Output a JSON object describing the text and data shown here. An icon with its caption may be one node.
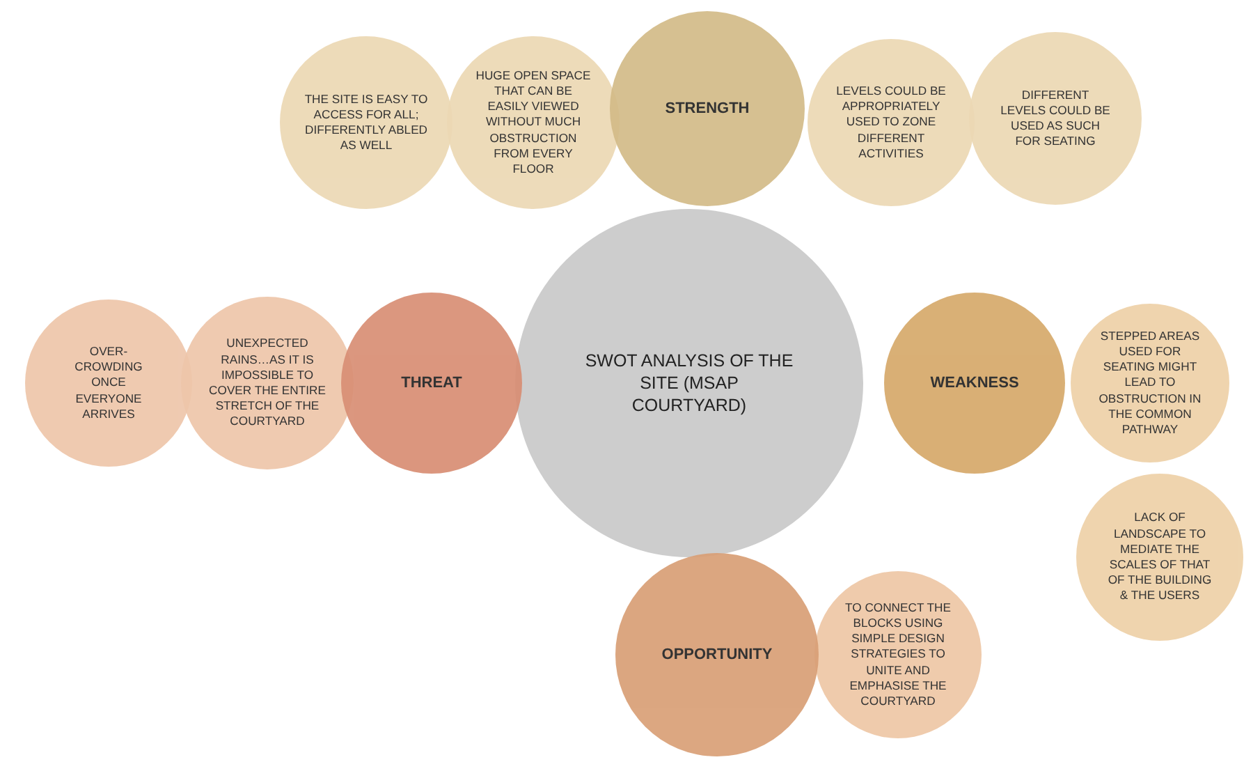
{
  "diagram": {
    "nodes": [
      {
        "text": [
          "SWOT ANALYSIS OF THE SITE (MSAP COURTYARD)"
        ]
      },
      {
        "text": [
          "THE SITE IS EASY TO ACCESS FOR ALL; DIFFERENTLY ABLED AS WELL"
        ]
      },
      {
        "text": [
          "HUGE OPEN SPACE THAT CAN BE EASILY VIEWED WITHOUT MUCH OBSTRUCTION FROM EVERY FLOOR"
        ]
      },
      {
        "text": [
          "STRENGTH"
        ]
      },
      {
        "text": [
          "LEVELS COULD BE APPROPRIATELY USED TO ZONE DIFFERENT ACTIVITIES"
        ]
      },
      {
        "text": [
          "DIFFERENT LEVELS COULD BE USED AS SUCH FOR SEATING"
        ]
      },
      {
        "text": [
          "OVER-CROWDING ONCE EVERYONE ARRIVES"
        ]
      },
      {
        "text": [
          "UNEXPECTED RAINS…AS IT IS IMPOSSIBLE TO COVER THE ENTIRE STRETCH OF THE COURTYARD"
        ]
      },
      {
        "text": [
          "THREAT"
        ]
      },
      {
        "text": [
          "WEAKNESS"
        ]
      },
      {
        "text": [
          "STEPPED AREAS USED FOR SEATING MIGHT LEAD TO OBSTRUCTION IN THE COMMON PATHWAY"
        ]
      },
      {
        "text": [
          "LACK OF LANDSCAPE TO MEDIATE THE SCALES OF THAT OF THE BUILDING & THE USERS"
        ]
      },
      {
        "text": [
          "OPPORTUNITY"
        ]
      },
      {
        "text": [
          "TO CONNECT THE BLOCKS USING SIMPLE DESIGN STRATEGIES TO UNITE AND EMPHASISE THE COURTYARD"
        ]
      }
    ]
  }
}
